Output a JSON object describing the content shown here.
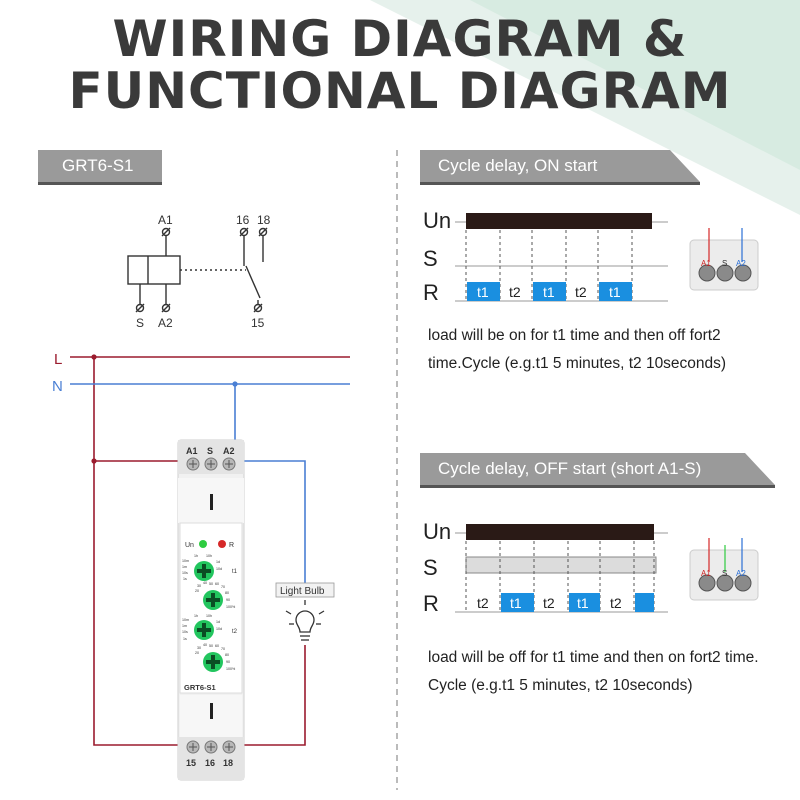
{
  "title": {
    "line1": "WIRING DIAGRAM &",
    "line2": "FUNCTIONAL DIAGRAM"
  },
  "model_tag": "GRT6-S1",
  "schematic": {
    "terminal_a1": "A1",
    "terminal_s": "S",
    "terminal_a2": "A2",
    "terminal_16": "16",
    "terminal_18": "18",
    "terminal_15": "15"
  },
  "wiring": {
    "line_l": "L",
    "line_n": "N",
    "light_bulb_label": "Light Bulb",
    "colors": {
      "live": "#9b1c2e",
      "neutral": "#4a7fd4"
    }
  },
  "relay": {
    "top_terminals": [
      "A1",
      "S",
      "A2"
    ],
    "bottom_terminals": [
      "15",
      "16",
      "18"
    ],
    "indicator_un": "Un",
    "indicator_r": "R",
    "t1_label": "t1",
    "t2_label": "t2",
    "model_label": "GRT6-S1",
    "range_labels_1": [
      "10m",
      "1h",
      "10h",
      "1m",
      "1d",
      "10s",
      "10d",
      "1s"
    ],
    "range_labels_2": [
      "20",
      "30",
      "40",
      "50",
      "60",
      "70",
      "80",
      "90",
      "100%"
    ],
    "range_labels_3": [
      "10m",
      "1h",
      "10h",
      "1m",
      "1d",
      "10s",
      "10d",
      "1s"
    ],
    "range_labels_4": [
      "20",
      "30",
      "40",
      "50",
      "60",
      "70",
      "80",
      "90",
      "100%"
    ],
    "colors": {
      "knob": "#22c55e",
      "led_un": "#2ecc40",
      "led_r": "#d62828"
    }
  },
  "cycle_on_start": {
    "heading": "Cycle delay, ON start",
    "signal_un": "Un",
    "signal_s": "S",
    "signal_r": "R",
    "pulses": [
      "t1",
      "t2",
      "t1",
      "t2",
      "t1"
    ],
    "description": "load will be on for t1 time and then off fort2 time.Cycle (e.g.t1 5 minutes, t2 10seconds)",
    "photo_terminals": [
      "A1",
      "S",
      "A2"
    ]
  },
  "cycle_off_start": {
    "heading": "Cycle delay, OFF start (short A1-S)",
    "signal_un": "Un",
    "signal_s": "S",
    "signal_r": "R",
    "pulses": [
      "t2",
      "t1",
      "t2",
      "t1",
      "t2",
      ""
    ],
    "description": "load will be off for t1 time and then on fort2 time. Cycle (e.g.t1 5 minutes, t2 10seconds)",
    "photo_terminals": [
      "A1",
      "S",
      "A2"
    ]
  },
  "colors": {
    "accent_pulse": "#1a8fe0",
    "un_bar": "#2a1a16",
    "tag_gray": "#9a9a9a",
    "mint": "#dcefe6"
  }
}
